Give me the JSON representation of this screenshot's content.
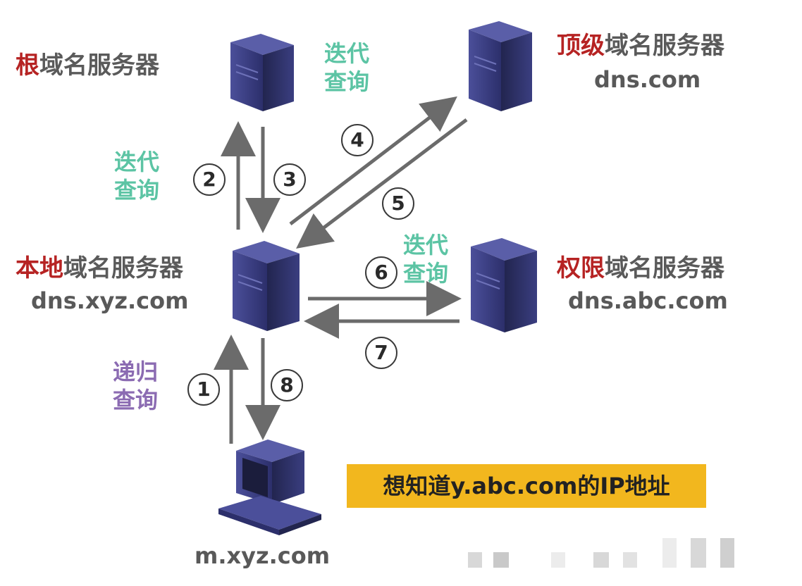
{
  "servers": {
    "root": {
      "prefix": "根",
      "suffix": "域名服务器"
    },
    "tld": {
      "prefix": "顶级",
      "suffix": "域名服务器",
      "host": "dns.com"
    },
    "local": {
      "prefix": "本地",
      "suffix": "域名服务器",
      "host": "dns.xyz.com"
    },
    "auth": {
      "prefix": "权限",
      "suffix": "域名服务器",
      "host": "dns.abc.com"
    }
  },
  "client": {
    "host": "m.xyz.com"
  },
  "queries": {
    "iter_line1": "迭代",
    "iter_line2": "查询",
    "rec_line1": "递归",
    "rec_line2": "查询"
  },
  "steps": [
    "1",
    "2",
    "3",
    "4",
    "5",
    "6",
    "7",
    "8"
  ],
  "banner": "想知道y.abc.com的IP地址",
  "colors": {
    "label_red": "#b62323",
    "iterative": "#5cc4a4",
    "recursive": "#8b6bb2",
    "banner_bg": "#f2b71e",
    "arrow": "#6b6b6b",
    "server": "#3b3f86"
  }
}
